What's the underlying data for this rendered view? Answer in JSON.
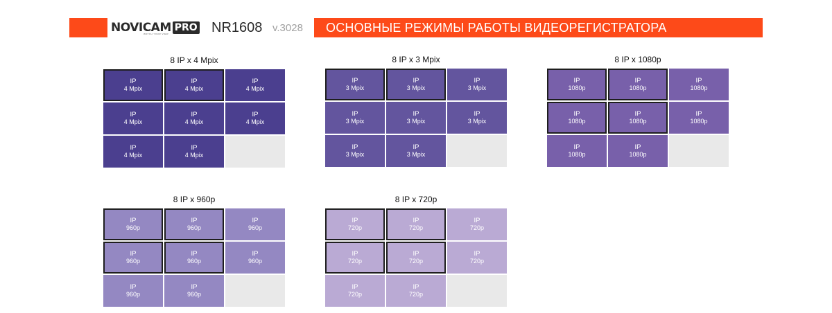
{
  "header": {
    "logo_main": "NOVICAM",
    "logo_pro": "PRO",
    "logo_tagline": "WATCH YOUR VIEW",
    "model": "NR1608",
    "version": "v.3028",
    "title": "ОСНОВНЫЕ РЕЖИМЫ РАБОТЫ ВИДЕОРЕГИСТРАТОРА"
  },
  "modes": [
    {
      "title": "8 IP x 4 Mpix",
      "label": "4 Mpix",
      "color": "#4b3f8f",
      "camera_count": 8,
      "highlighted_count": 2
    },
    {
      "title": "8 IP x 3 Mpix",
      "label": "3 Mpix",
      "color": "#63559e",
      "camera_count": 8,
      "highlighted_count": 2
    },
    {
      "title": "8 IP x 1080p",
      "label": "1080p",
      "color": "#7860aa",
      "camera_count": 8,
      "highlighted_count": 4
    },
    {
      "title": "8 IP x 960p",
      "label": "960p",
      "color": "#9488c2",
      "camera_count": 8,
      "highlighted_count": 4
    },
    {
      "title": "8 IP x 720p",
      "label": "720p",
      "color": "#baaad4",
      "camera_count": 8,
      "highlighted_count": 4
    }
  ],
  "cell_prefix": "IP"
}
